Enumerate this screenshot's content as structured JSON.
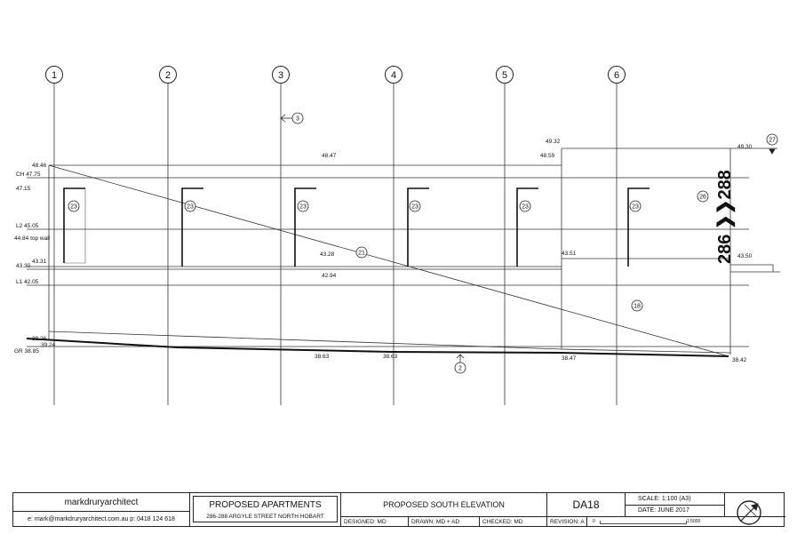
{
  "gridlines": [
    "1",
    "2",
    "3",
    "4",
    "5",
    "6"
  ],
  "levels": {
    "ch": "CH 47.75",
    "l2": "L2 45.05",
    "top_wall": "44.84 top wall",
    "l1": "L1 42.05",
    "gr": "GR 38.85"
  },
  "spot_levels": {
    "tl": "48.46",
    "r1": "47.15",
    "mid_top": "48.47",
    "upper_step": "49.32",
    "step_low": "48.59",
    "far_right": "49.30",
    "l43_31": "43.31",
    "l43_30": "43.30",
    "l43_28": "43.28",
    "l42_94": "42.94",
    "l43_51": "43.51",
    "l43_50": "43.50",
    "l39_26": "39.26",
    "l39_24": "39.24",
    "g1": "38.63",
    "g2": "38.63",
    "g3": "38.47",
    "g4": "38.42"
  },
  "tags": {
    "window": "23",
    "section3": "3",
    "t21": "21",
    "t26": "26",
    "t27": "27",
    "t18": "18",
    "section2": "2"
  },
  "street_number": "286 ❯❯288",
  "title_block": {
    "firm": "markdruryarchitect",
    "contact": "e: mark@markdruryarchitect.com.au   p: 0418 124 618",
    "project": "PROPOSED APARTMENTS",
    "address": "286-288 ARGYLE STREET NORTH HOBART",
    "drawing_title": "PROPOSED SOUTH ELEVATION",
    "designed": "DESIGNED: MD",
    "drawn": "DRAWN: MD + AD",
    "checked": "CHECKED: MD",
    "number": "DA18",
    "revision": "REVISION: A",
    "scale": "SCALE:   1:100  (A3)",
    "date": "DATE:   JUNE 2017",
    "scale_bar_start": "0",
    "scale_bar_end": "1:5000"
  },
  "line_color": "#222222"
}
